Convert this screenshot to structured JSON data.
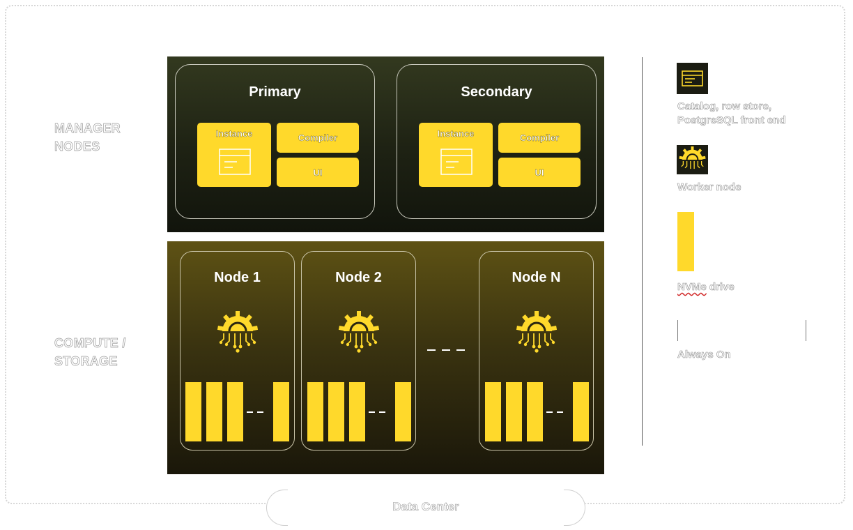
{
  "diagram": {
    "datacenter_label": "Data Center",
    "manager_label_lines": [
      "MANAGER",
      "NODES"
    ],
    "compute_label_lines": [
      "COMPUTE /",
      "STORAGE"
    ],
    "manager_cards": [
      {
        "title": "Primary",
        "instance_label": "Instance",
        "compiler_label": "Compiler",
        "ui_label": "UI"
      },
      {
        "title": "Secondary",
        "instance_label": "Instance",
        "compiler_label": "Compiler",
        "ui_label": "UI"
      }
    ],
    "nodes": [
      {
        "title": "Node 1"
      },
      {
        "title": "Node 2"
      },
      {
        "title": "Node N"
      }
    ]
  },
  "legend": {
    "catalog_lines": [
      "Catalog, row store,",
      "PostgreSQL front end"
    ],
    "worker_label": "Worker node",
    "nvme_label_first": "NVMe",
    "nvme_label_rest": " drive",
    "always_on_label": "Always On"
  },
  "colors": {
    "accent_yellow": "#ffd92b",
    "manager_panel": "#1f2314",
    "compute_panel": "#3a3310",
    "legend_icon_bg": "#1b1c12"
  }
}
